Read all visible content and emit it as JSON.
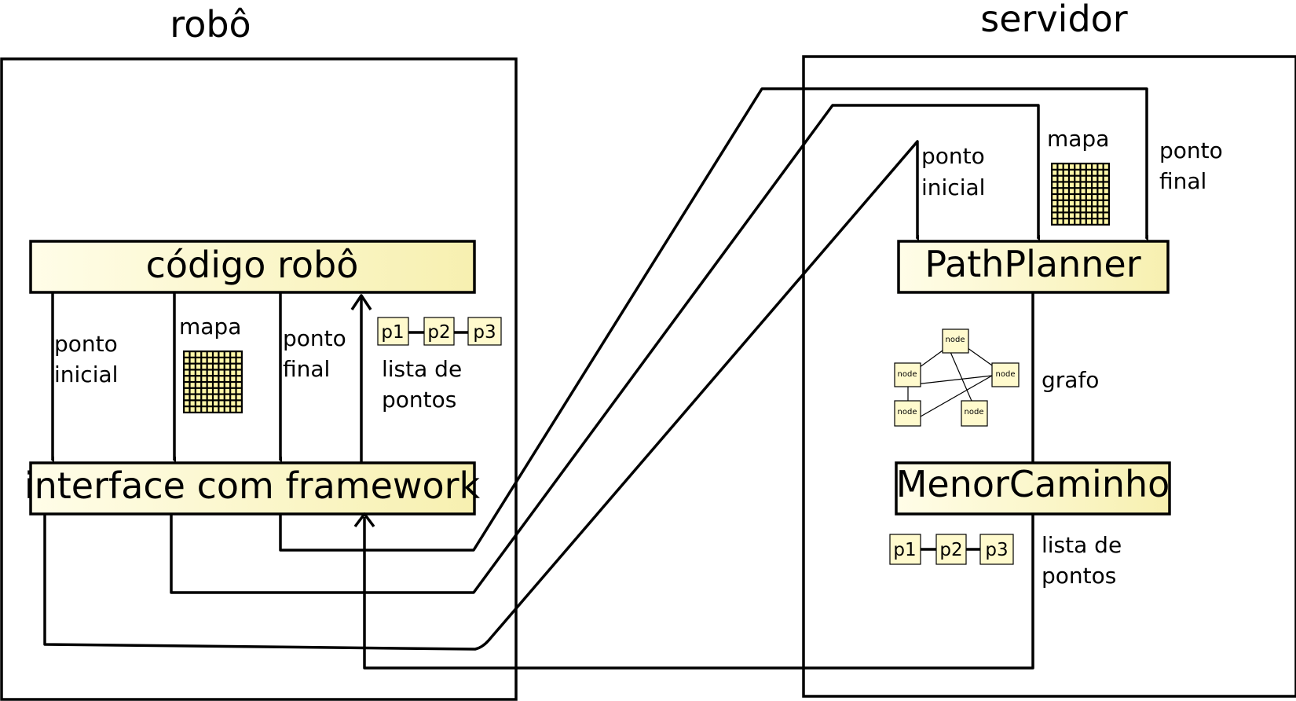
{
  "robot": {
    "title": "robô",
    "code_box": "código robô",
    "interface_box": "interface com framework",
    "label_start_1": "ponto",
    "label_start_2": "inicial",
    "label_map": "mapa",
    "label_end_1": "ponto",
    "label_end_2": "final",
    "points": [
      "p1",
      "p2",
      "p3"
    ],
    "label_list_1": "lista de",
    "label_list_2": "pontos"
  },
  "server": {
    "title": "servidor",
    "planner_box": "PathPlanner",
    "shortest_box": "MenorCaminho",
    "label_start_1": "ponto",
    "label_start_2": "inicial",
    "label_map": "mapa",
    "label_end_1": "ponto",
    "label_end_2": "final",
    "label_graph": "grafo",
    "graph_node": "node",
    "points": [
      "p1",
      "p2",
      "p3"
    ],
    "label_list_1": "lista de",
    "label_list_2": "pontos"
  },
  "colors": {
    "module_fill_light": "#fffde8",
    "module_fill_dark": "#f7f0b0",
    "map_cell": "#fff7a8",
    "map_grid": "#000000"
  },
  "icons": {
    "map": "grid-map-icon",
    "graph": "graph-nodes-icon"
  }
}
